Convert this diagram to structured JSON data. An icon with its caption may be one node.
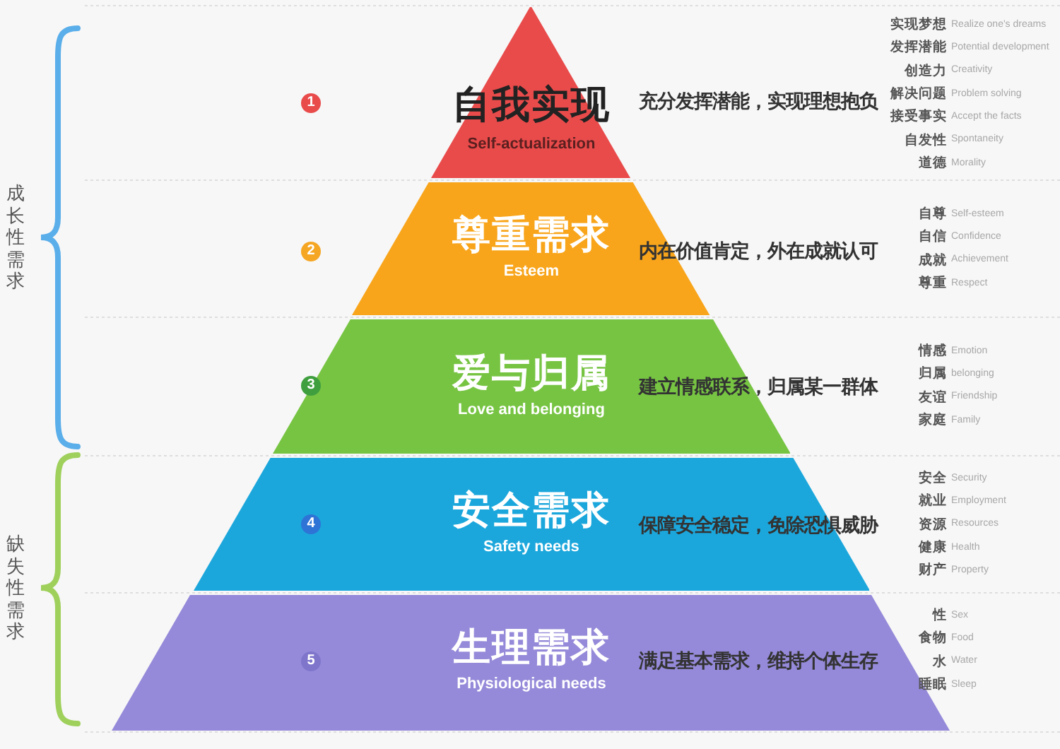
{
  "diagram": {
    "nodes": [
      {
        "text": [
          "自我实现",
          "Self-actualization"
        ],
        "beside": [
          "充分发挥潜能，实现理想抱负",
          "实现梦想",
          "Realize one's dreams",
          "发挥潜能",
          "Potential development",
          "创造力",
          "Creativity",
          "解决问题",
          "Problem solving",
          "接受事实",
          "Accept the facts",
          "自发性",
          "Spontaneity",
          "道德",
          "Morality"
        ]
      },
      {
        "text": [
          "尊重需求",
          "Esteem"
        ],
        "beside": [
          "2",
          "内在价值肯定，外在成就认可",
          "自尊",
          "Self-esteem",
          "自信",
          "Confidence",
          "成就",
          "Achievement",
          "尊重",
          "Respect"
        ]
      },
      {
        "text": [
          "爱与归属",
          "Love and belonging"
        ],
        "beside": [
          "3",
          "建立情感联系，归属某一群体",
          "情感",
          "Emotion",
          "归属",
          "belonging",
          "友谊",
          "Friendship",
          "家庭",
          "Family"
        ]
      },
      {
        "text": [
          "4",
          "安全需求",
          "Safety needs",
          "保障安全稳定，免除恐惧威胁"
        ],
        "beside": [
          "安全",
          "Security",
          "就业",
          "Employment",
          "资源",
          "Resources",
          "健康",
          "Health",
          "财产",
          "Property"
        ]
      },
      {
        "text": [
          "5",
          "生理需求",
          "Physiological needs",
          "满足基本需求，维持个体生存"
        ],
        "beside": [
          "性",
          "Sex",
          "食物",
          "Food",
          "水",
          "Water",
          "睡眠",
          "Sleep"
        ]
      }
    ],
    "labels": [
      "1",
      "成长性需求",
      "缺失性需求"
    ]
  }
}
